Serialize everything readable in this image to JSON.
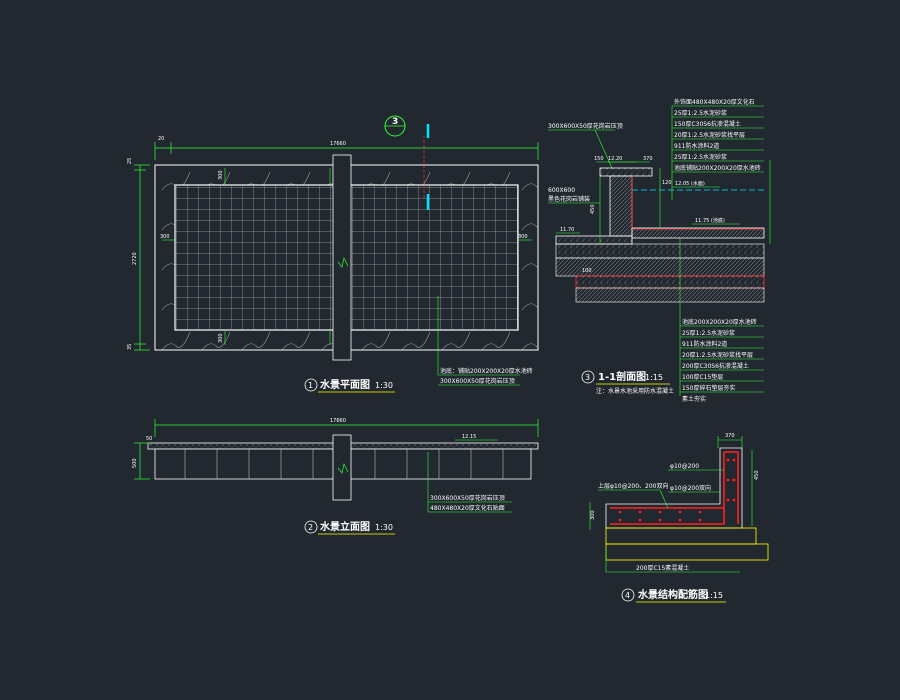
{
  "views": {
    "plan": {
      "number": "1",
      "title": "水景平面图",
      "scale": "1:30",
      "dim_total": "17660",
      "dim_left": "20",
      "dim_height": "2720",
      "dim_top": "25",
      "dim_bottom": "35",
      "dim_side_left": "300",
      "dim_side_right": "300",
      "dim_inner_top": "300",
      "dim_inner_bottom": "300",
      "section_mark": "3",
      "notes": [
        "池底：铺贴200X200X20厚水池砖",
        "300X600X50厚花岗岩压顶"
      ]
    },
    "elevation": {
      "number": "2",
      "title": "水景立面图",
      "scale": "1:30",
      "dim_total": "17660",
      "level": "12.15",
      "dim_height": "500",
      "dim_sub": "50",
      "notes": [
        "300X600X50厚花岗岩压顶",
        "480X480X20厚文化石贴面"
      ]
    },
    "section": {
      "number": "3",
      "title": "1-1剖面图",
      "scale": "1:15",
      "note": "注：水景水池采用防水混凝土",
      "top_note": "300X600X50厚花岗岩压顶",
      "left_notes": [
        "600X600",
        "黑色花岗岩铺装"
      ],
      "levels": [
        "12.20",
        "12.05 (水面)",
        "11.75 (池底)",
        "11.70"
      ],
      "dims": [
        "150",
        "370",
        "120",
        "450",
        "100"
      ],
      "layers_top": [
        "外饰面480X480X20厚文化石",
        "25厚1:2.5水泥砂浆",
        "150厚C30S6抗渗混凝土",
        "20厚1:2.5水泥砂浆找平层",
        "911防水涂料2道",
        "25厚1:2.5水泥砂浆",
        "池底铺贴200X200X20厚水池砖"
      ],
      "layers_bottom": [
        "池底200X200X20厚水池砖",
        "25厚1:2.5水泥砂浆",
        "911防水涂料2道",
        "20厚1:2.5水泥砂浆找平层",
        "200厚C30S6抗渗混凝土",
        "100厚C15垫层",
        "150厚碎石垫层夯实",
        "素土夯实"
      ]
    },
    "rebar": {
      "number": "4",
      "title": "水景结构配筋图",
      "scale": "1:15",
      "dim_top": "370",
      "dim_right": "450",
      "dim_left": "300",
      "labels": [
        "φ10@200",
        "上层φ10@200、200双向",
        "φ10@200双向"
      ],
      "base_note": "200厚C15素混凝土"
    }
  },
  "colors": {
    "background": "#212830",
    "outline": "#ffffff",
    "dimension": "#33ff33",
    "water": "#00e5ff",
    "hatch": "#808080",
    "rebar": "#ff2020",
    "highlight": "#ffff00"
  }
}
